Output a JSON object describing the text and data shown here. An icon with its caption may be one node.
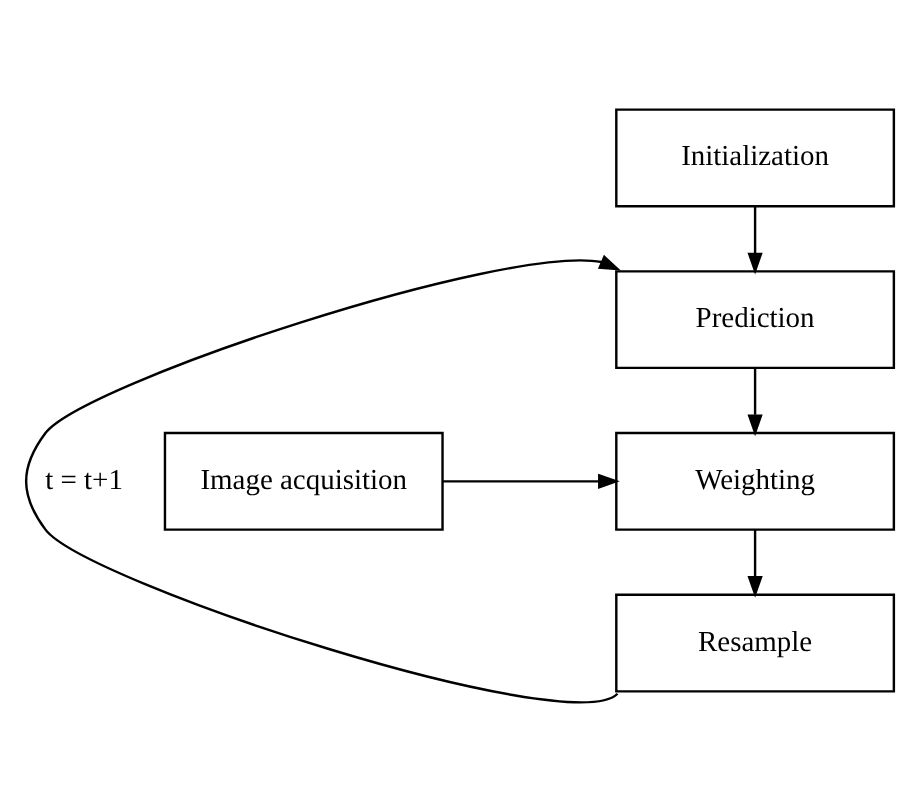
{
  "diagram": {
    "nodes": [
      {
        "text": [
          "Initialization"
        ]
      },
      {
        "text": [
          "Prediction"
        ]
      },
      {
        "text": [
          "Weighting"
        ]
      },
      {
        "text": [
          "Resample"
        ]
      },
      {
        "text": [
          "Image acquisition"
        ]
      }
    ],
    "edges": [
      {
        "from": 0,
        "to": 1,
        "arrow": "to"
      },
      {
        "from": 1,
        "to": 2,
        "arrow": "to"
      },
      {
        "from": 4,
        "to": 2,
        "arrow": "to"
      },
      {
        "from": 2,
        "to": 3,
        "arrow": "to"
      },
      {
        "from": 3,
        "to": 1,
        "arrow": "to",
        "label": "t = t+1"
      }
    ]
  }
}
